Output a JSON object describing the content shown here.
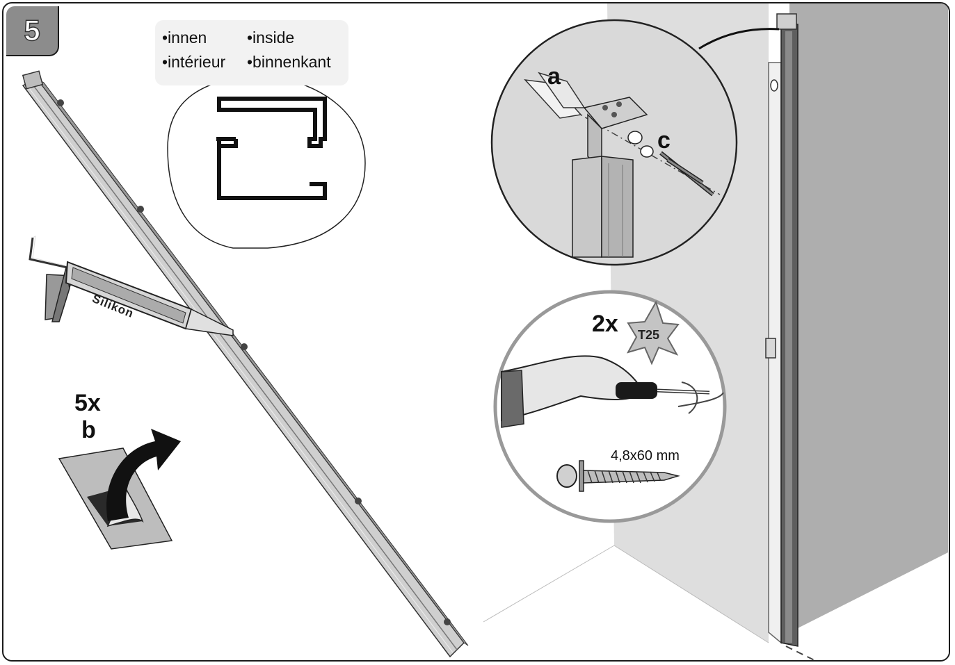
{
  "step": {
    "number": "5"
  },
  "legend": {
    "innen": "•innen",
    "inside": "•inside",
    "interieur": "•intérieur",
    "binnenkant": "•binnenkant"
  },
  "gun": {
    "label": "Silikon"
  },
  "tape": {
    "count": "5x",
    "letter": "b"
  },
  "detail_top": {
    "label_a": "a",
    "label_c": "c"
  },
  "detail_screw": {
    "count": "2x",
    "bit": "T25",
    "screw_size": "4,8x60 mm"
  },
  "colors": {
    "wall": "#dcdcdc",
    "wall_shadow": "#a8a8a8",
    "rail": "#c9c9c9",
    "badge": "#8c8c8c",
    "outline": "#1a1a1a"
  }
}
